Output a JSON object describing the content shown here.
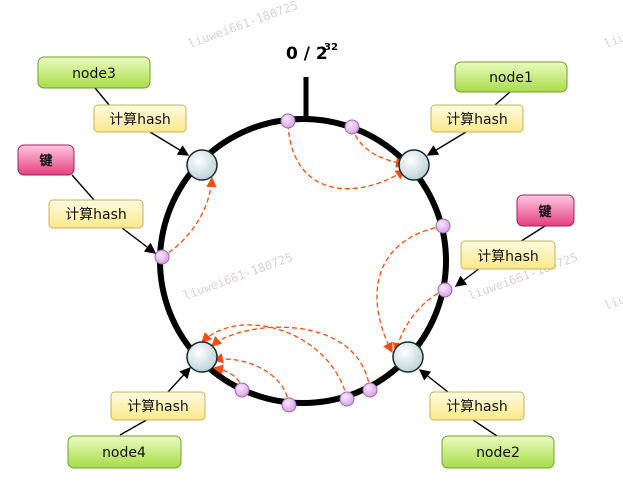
{
  "ring_label": {
    "base": "0 / 2",
    "exp": "32"
  },
  "nodes": [
    {
      "name": "node1",
      "hash_label": "计算hash"
    },
    {
      "name": "node2",
      "hash_label": "计算hash"
    },
    {
      "name": "node3",
      "hash_label": "计算hash"
    },
    {
      "name": "node4",
      "hash_label": "计算hash"
    }
  ],
  "keys": [
    {
      "label": "键",
      "hash_label": "计算hash"
    },
    {
      "label": "键",
      "hash_label": "计算hash"
    }
  ],
  "watermarks": [
    "liuwei661-180725",
    "liuwei661-180725",
    "liuwei661-180725",
    "liu",
    "liu"
  ],
  "colors": {
    "node_box": "#c8f07a",
    "hash_box": "#fff6a8",
    "key_box": "#f06aa8",
    "arrow": "#ff4a10",
    "ring": "#000000",
    "point": "#e8b8f0"
  }
}
